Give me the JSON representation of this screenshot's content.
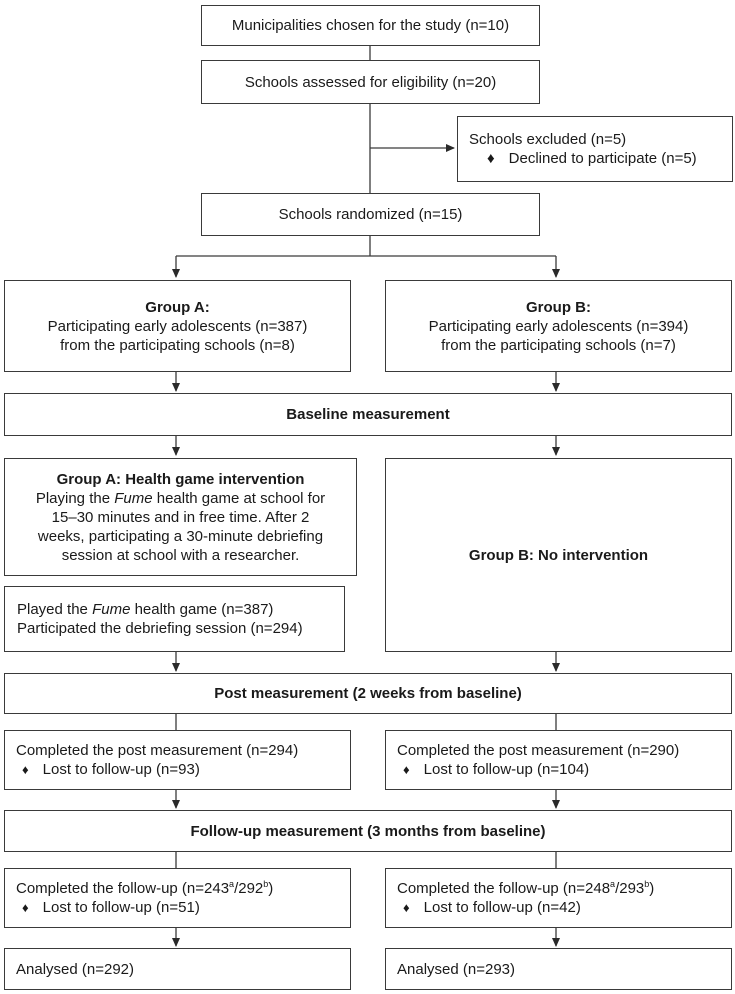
{
  "boxes": {
    "municipalities": "Municipalities chosen for the study (n=10)",
    "eligibility": "Schools assessed for eligibility (n=20)",
    "excluded": {
      "title": "Schools excluded (n=5)",
      "bullet": "Declined to participate (n=5)"
    },
    "randomized": "Schools randomized (n=15)",
    "group_a": {
      "title": "Group A:",
      "line1": "Participating early adolescents (n=387)",
      "line2": "from the participating schools (n=8)"
    },
    "group_b": {
      "title": "Group B:",
      "line1": "Participating early adolescents (n=394)",
      "line2": "from the participating schools (n=7)"
    },
    "baseline": "Baseline measurement",
    "intervention_a": {
      "title": "Group A: Health game intervention",
      "line1_pre": "Playing the ",
      "line1_em": "Fume",
      "line1_post": " health game at school for",
      "line2": "15–30 minutes and in free time. After 2",
      "line3": "weeks, participating a 30-minute debriefing",
      "line4": "session at school with a researcher."
    },
    "played": {
      "line1_pre": "Played the ",
      "line1_em": "Fume",
      "line1_post": " health game (n=387)",
      "line2": "Participated the debriefing session (n=294)"
    },
    "no_intervention_b": "Group B: No intervention",
    "post_measurement": "Post measurement (2 weeks from baseline)",
    "post_a": {
      "completed": "Completed the post measurement (n=294)",
      "lost": "Lost to follow-up (n=93)"
    },
    "post_b": {
      "completed": "Completed the post measurement (n=290)",
      "lost": "Lost to follow-up (n=104)"
    },
    "followup_measurement": "Follow-up measurement (3 months from baseline)",
    "followup_a": {
      "completed_pre": "Completed the follow-up (n=243",
      "sup1": "a",
      "mid": "/292",
      "sup2": "b",
      "completed_post": ")",
      "lost": "Lost to follow-up (n=51)"
    },
    "followup_b": {
      "completed_pre": "Completed the follow-up (n=248",
      "sup1": "a",
      "mid": "/293",
      "sup2": "b",
      "completed_post": ")",
      "lost": "Lost to follow-up (n=42)"
    },
    "analysed_a": "Analysed (n=292)",
    "analysed_b": "Analysed (n=293)"
  },
  "bullet_glyph": "♦"
}
